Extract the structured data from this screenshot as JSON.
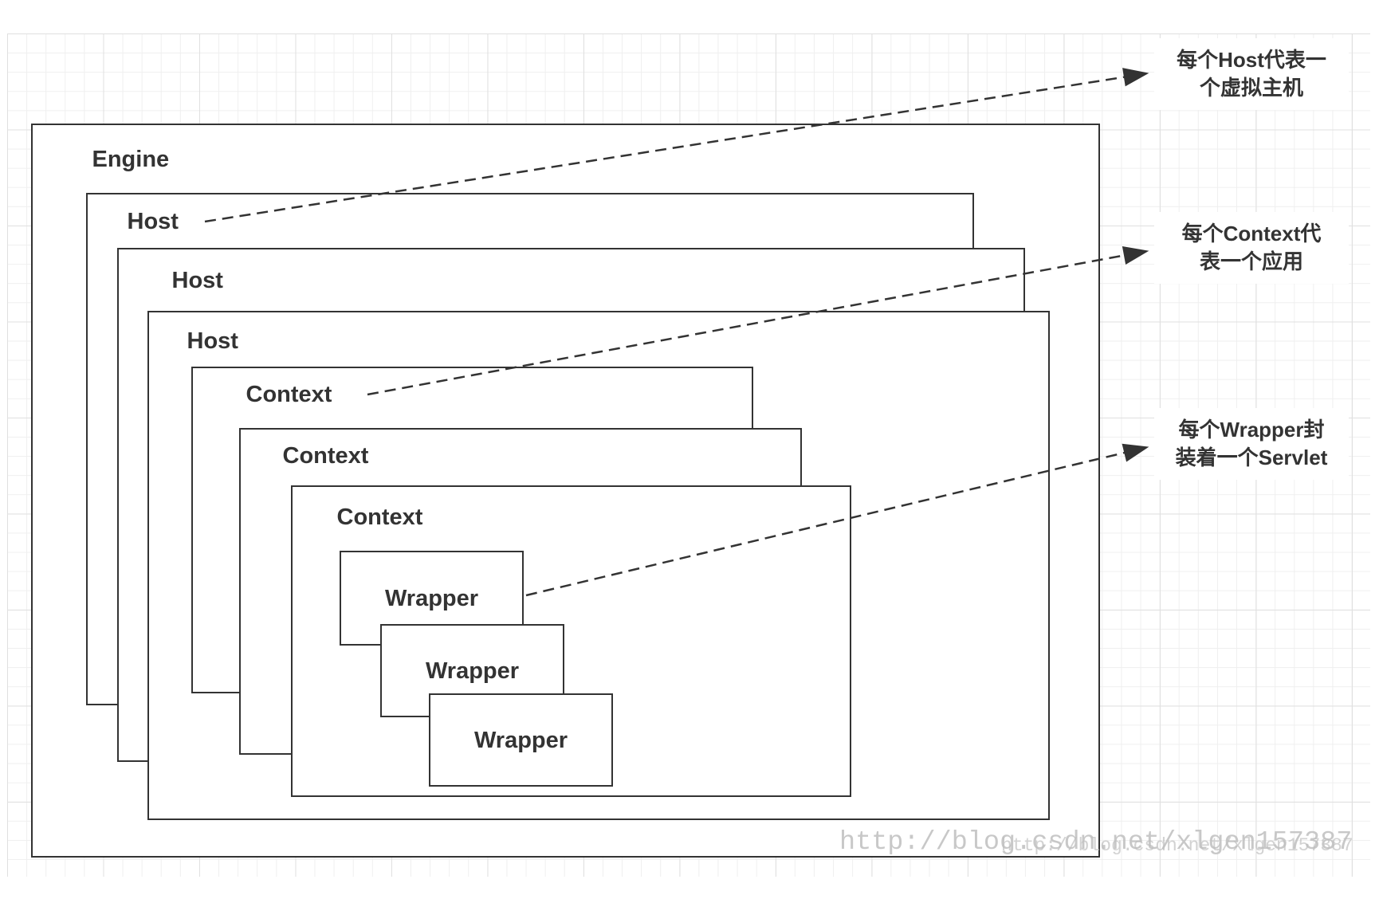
{
  "colors": {
    "stroke": "#333333",
    "text": "#333333",
    "grid_minor": "#efefef",
    "grid_major": "#e0e0e0",
    "watermark": "#bfbfbf"
  },
  "diagram": {
    "engine": {
      "label": "Engine"
    },
    "hosts": [
      {
        "label": "Host"
      },
      {
        "label": "Host"
      },
      {
        "label": "Host"
      }
    ],
    "contexts": [
      {
        "label": "Context"
      },
      {
        "label": "Context"
      },
      {
        "label": "Context"
      }
    ],
    "wrappers": [
      {
        "label": "Wrapper"
      },
      {
        "label": "Wrapper"
      },
      {
        "label": "Wrapper"
      }
    ],
    "annotations": [
      {
        "lines": [
          "每个Host代表一",
          "个虚拟主机"
        ]
      },
      {
        "lines": [
          "每个Context代",
          "表一个应用"
        ]
      },
      {
        "lines": [
          "每个Wrapper封",
          "装着一个Servlet"
        ]
      }
    ]
  },
  "watermark": {
    "primary": "http://blog.csdn.net/xlgen157387",
    "secondary": "http://blog.csdn.net/xlgen157387"
  }
}
